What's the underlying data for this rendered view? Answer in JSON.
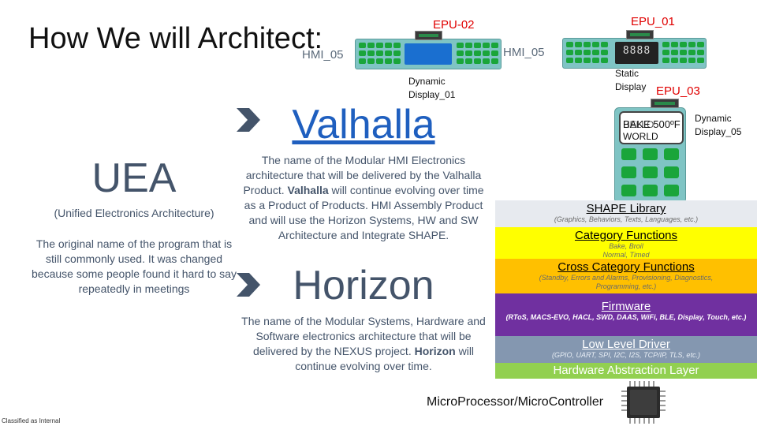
{
  "slide": {
    "title": "How We will Architect:",
    "footer_classification": "Classified as Internal"
  },
  "devices": {
    "epu_02": "EPU-02",
    "epu_01": "EPU_01",
    "epu_03": "EPU_03",
    "hmi_left": "HMI_05",
    "hmi_right": "HMI_05",
    "dynamic_display_01": [
      "Dynamic",
      "Display_01"
    ],
    "static_display": [
      "Static",
      "Display"
    ],
    "dynamic_display_05": [
      "Dynamic",
      "Display_05"
    ],
    "tall_display_text": [
      "BAKE 500ºF",
      "HELLO",
      "WORLD"
    ]
  },
  "uea": {
    "title": "UEA",
    "subtitle": "(Unified Electronics Architecture)",
    "description": "The original name of the program that is still commonly used. It was changed because some people found it hard to say repeatedly in meetings"
  },
  "valhalla": {
    "title": "Valhalla",
    "desc_before": "The name of the Modular HMI Electronics architecture that will be delivered by the Valhalla Product. ",
    "desc_bold": "Valhalla",
    "desc_after": " will continue evolving over time as a Product of Products.  HMI Assembly Product and will use the Horizon Systems, HW and SW Architecture and Integrate SHAPE."
  },
  "horizon": {
    "title": "Horizon",
    "desc_before": "The name of the Modular Systems, Hardware and Software electronics architecture that will be delivered by the NEXUS project. ",
    "desc_bold": "Horizon",
    "desc_after": " will continue evolving over time."
  },
  "layers": [
    {
      "title": "SHAPE Library",
      "sub": "(Graphics, Behaviors, Texts, Languages, etc.)",
      "bg": "#e7eaef",
      "fg": "#000000",
      "subfg": "#6a6a6a"
    },
    {
      "title": "Category Functions",
      "sub": "Bake, Broil\nNormal, Timed",
      "bg": "#ffff00",
      "fg": "#000000",
      "subfg": "#6a6a6a"
    },
    {
      "title": "Cross Category Functions",
      "sub": "(Standby, Errors and Alarms, Provisioning, Diagnostics,\nProgramming, etc.)",
      "bg": "#ffc000",
      "fg": "#000000",
      "subfg": "#6a6a6a"
    },
    {
      "title": "Firmware",
      "sub": "(RToS, MACS-EVO, HACL, SWD, DAAS, WiFi, BLE, Display, Touch, etc.)",
      "bg": "#7030a0",
      "fg": "#ffffff",
      "subfg": "#ffffff"
    },
    {
      "title": "Low Level Driver",
      "sub": "(GPIO, UART, SPI, I2C, I2S, TCP/IP, TLS, etc.)",
      "bg": "#8497b0",
      "fg": "#ffffff",
      "subfg": "#e8eef5"
    },
    {
      "title": "Hardware Abstraction Layer",
      "sub": "",
      "bg": "#92d050",
      "fg": "#ffffff",
      "subfg": "#ffffff"
    }
  ],
  "hardware": {
    "label": "MicroProcessor/MicroController"
  }
}
